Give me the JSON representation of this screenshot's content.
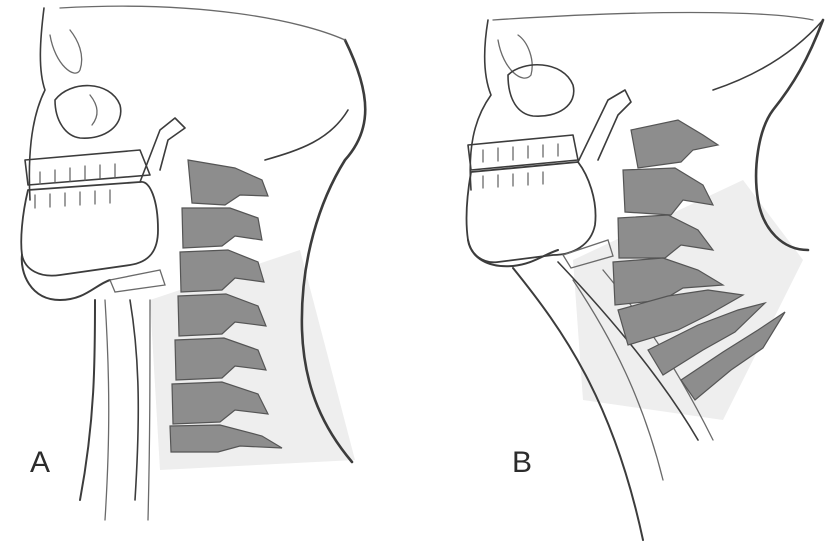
{
  "figure": {
    "panels": [
      {
        "id": "A",
        "label": "A"
      },
      {
        "id": "B",
        "label": "B"
      }
    ],
    "colors": {
      "background": "#ffffff",
      "outline": "#3c3c3c",
      "vertebra": "#8d8d8d"
    }
  }
}
